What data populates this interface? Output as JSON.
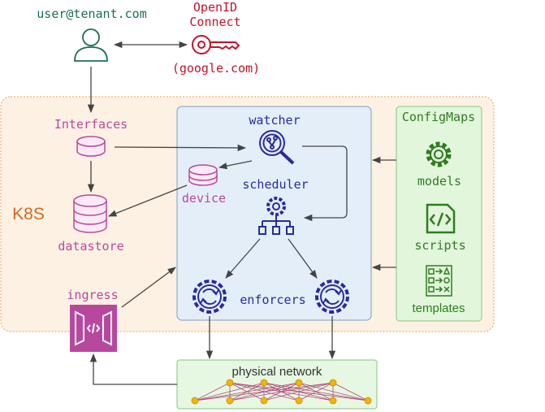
{
  "user": {
    "label": "user@tenant.com"
  },
  "openid": {
    "line1": "OpenID",
    "line2": "Connect",
    "provider": "(google.com)"
  },
  "cluster": {
    "label": "K8S"
  },
  "interfaces": {
    "label": "Interfaces"
  },
  "datastore": {
    "label": "datastore"
  },
  "device": {
    "label": "device"
  },
  "watcher": {
    "label": "watcher"
  },
  "scheduler": {
    "label": "scheduler"
  },
  "enforcers": {
    "label": "enforcers"
  },
  "ingress": {
    "label": "ingress"
  },
  "configmaps": {
    "title": "ConfigMaps",
    "models": "models",
    "scripts": "scripts",
    "templates": "templates"
  },
  "physical_network": {
    "label": "physical network"
  },
  "colors": {
    "green_text": "#1a6e55",
    "red": "#c0142a",
    "k8s_orange": "#d2691e",
    "magenta": "#b8489e",
    "navy": "#2a2aa0",
    "config_green": "#2e7d1e",
    "node_orange": "#f4b400"
  }
}
